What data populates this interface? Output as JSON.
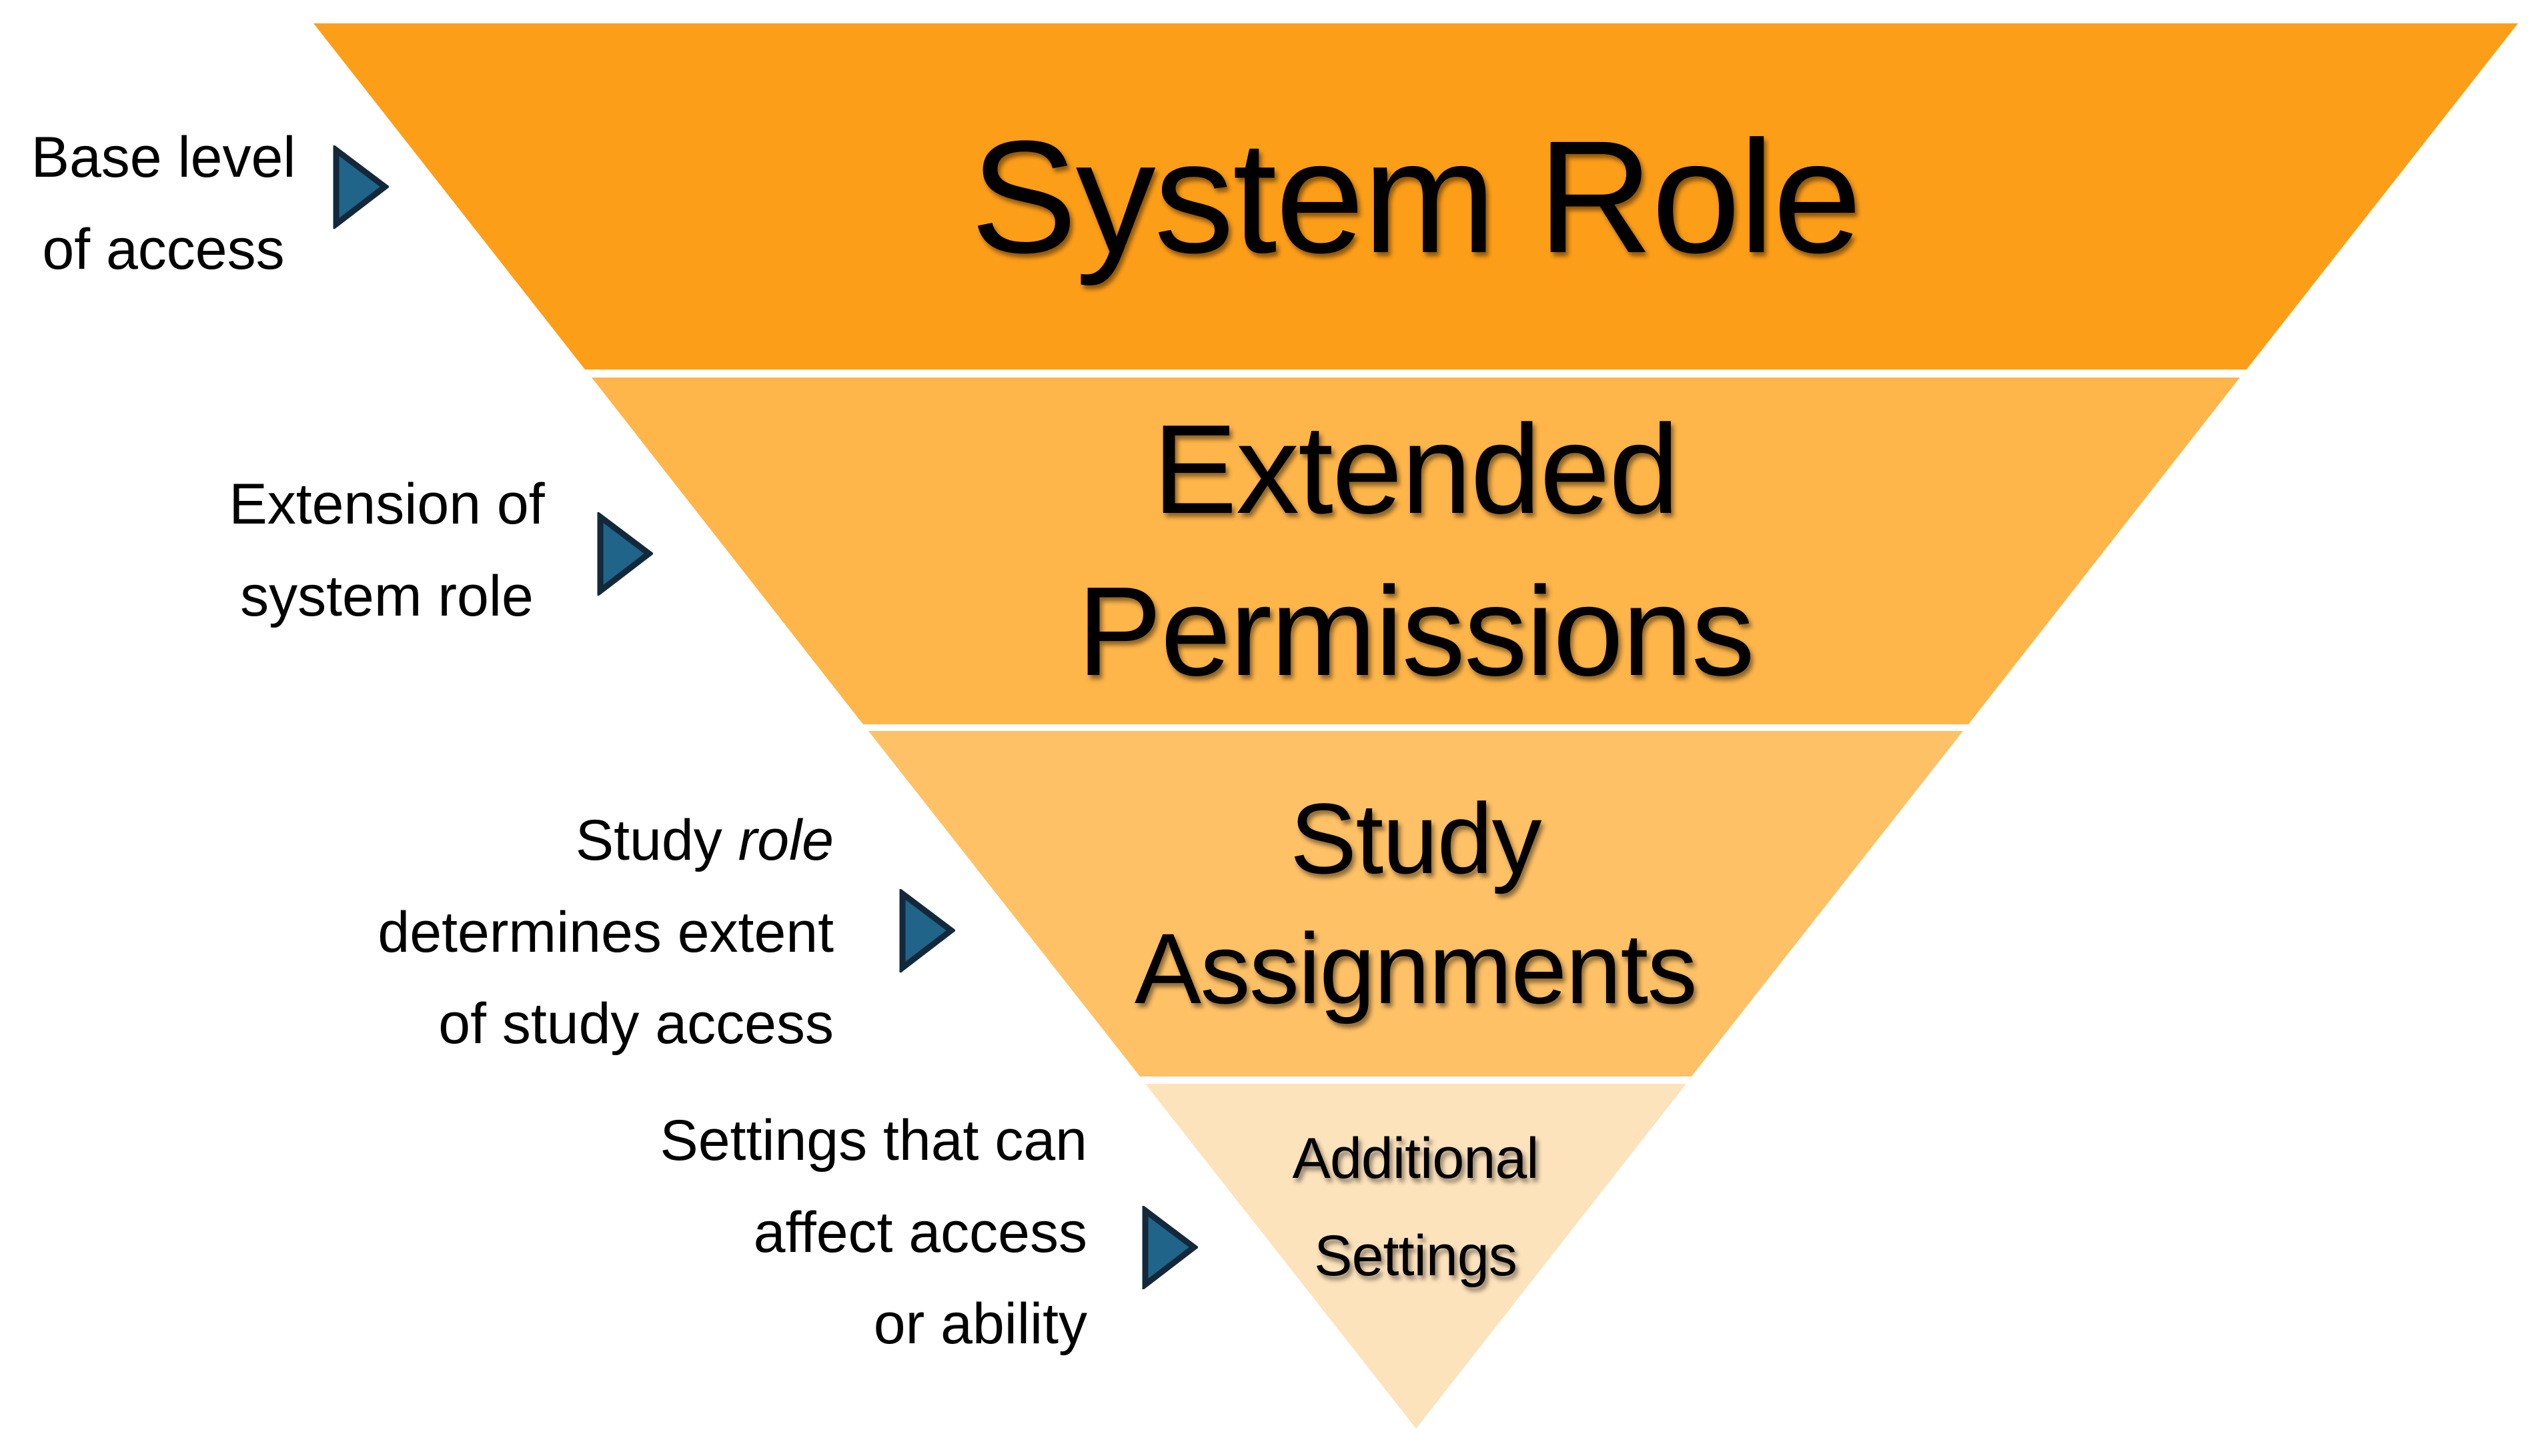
{
  "funnel": {
    "type": "inverted-pyramid",
    "levels": [
      {
        "title": "System Role",
        "title_lines": [
          "System Role"
        ],
        "color": "#FD9E19"
      },
      {
        "title": "Extended Permissions",
        "title_lines": [
          "Extended",
          "Permissions"
        ],
        "color": "#FEB549"
      },
      {
        "title": "Study Assignments",
        "title_lines": [
          "Study",
          "Assignments"
        ],
        "color": "#FEC166"
      },
      {
        "title": "Additional Settings",
        "title_lines": [
          "Additional",
          "Settings"
        ],
        "color": "#FDE3BC"
      }
    ]
  },
  "annotations": [
    {
      "lines": [
        "Base level",
        "of access"
      ]
    },
    {
      "lines": [
        "Extension of",
        "system role"
      ]
    },
    {
      "line1": [
        "Study ",
        "role"
      ],
      "lines": [
        "determines extent",
        "of study access"
      ]
    },
    {
      "lines": [
        "Settings that can",
        "affect access",
        "or ability"
      ]
    }
  ],
  "arrow": {
    "icon": "right-triangle-icon",
    "fill": "#20648A",
    "stroke": "#13293B"
  },
  "colors": {
    "background": "#FFFFFF",
    "text": "#000000"
  }
}
